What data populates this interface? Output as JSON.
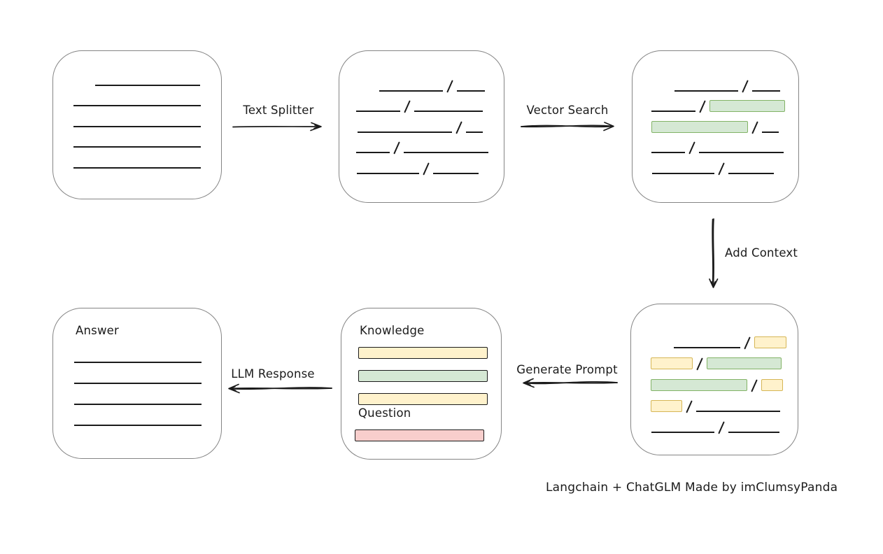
{
  "caption": "Langchain + ChatGLM Made by imClumsyPanda",
  "labels": {
    "text_splitter": "Text Splitter",
    "vector_search": "Vector Search",
    "add_context": "Add Context",
    "generate_prompt": "Generate Prompt",
    "llm_response": "LLM Response",
    "knowledge": "Knowledge",
    "question": "Question",
    "answer": "Answer"
  },
  "colors": {
    "green_fill": "#d5e8d4",
    "green_border": "#82b366",
    "yellow_fill": "#fff2cc",
    "yellow_border": "#d6b656",
    "red_fill": "#f8cecc",
    "red_border": "#b85450"
  },
  "boxes": {
    "document": {
      "rows": [
        {
          "indent": 31,
          "segments": [
            {
              "kind": "line",
              "w": 150
            }
          ]
        },
        {
          "indent": 0,
          "segments": [
            {
              "kind": "line",
              "w": 182
            }
          ]
        },
        {
          "indent": 0,
          "segments": [
            {
              "kind": "line",
              "w": 182
            }
          ]
        },
        {
          "indent": 0,
          "segments": [
            {
              "kind": "line",
              "w": 182
            }
          ]
        },
        {
          "indent": 0,
          "segments": [
            {
              "kind": "line",
              "w": 182
            }
          ]
        }
      ]
    },
    "split_chunks": {
      "rows": [
        {
          "indent": 33,
          "segments": [
            {
              "kind": "line",
              "w": 91
            },
            {
              "kind": "slash"
            },
            {
              "kind": "line",
              "w": 40
            }
          ]
        },
        {
          "indent": 0,
          "segments": [
            {
              "kind": "line",
              "w": 63
            },
            {
              "kind": "slash"
            },
            {
              "kind": "line",
              "w": 98
            }
          ]
        },
        {
          "indent": 2,
          "segments": [
            {
              "kind": "line",
              "w": 135
            },
            {
              "kind": "slash"
            },
            {
              "kind": "line",
              "w": 24
            }
          ]
        },
        {
          "indent": 0,
          "segments": [
            {
              "kind": "line",
              "w": 48
            },
            {
              "kind": "slash"
            },
            {
              "kind": "line",
              "w": 121
            }
          ]
        },
        {
          "indent": 1,
          "segments": [
            {
              "kind": "line",
              "w": 89
            },
            {
              "kind": "slash"
            },
            {
              "kind": "line",
              "w": 65
            }
          ]
        }
      ]
    },
    "matched_chunks": {
      "rows": [
        {
          "indent": 33,
          "segments": [
            {
              "kind": "line",
              "w": 91
            },
            {
              "kind": "slash"
            },
            {
              "kind": "line",
              "w": 40
            }
          ]
        },
        {
          "indent": 0,
          "segments": [
            {
              "kind": "line",
              "w": 63
            },
            {
              "kind": "slash"
            },
            {
              "kind": "chip",
              "color": "green",
              "w": 108
            }
          ]
        },
        {
          "indent": 0,
          "segments": [
            {
              "kind": "chip",
              "color": "green",
              "w": 138
            },
            {
              "kind": "slash"
            },
            {
              "kind": "line",
              "w": 24
            }
          ]
        },
        {
          "indent": 0,
          "segments": [
            {
              "kind": "line",
              "w": 48
            },
            {
              "kind": "slash"
            },
            {
              "kind": "line",
              "w": 121
            }
          ]
        },
        {
          "indent": 1,
          "segments": [
            {
              "kind": "line",
              "w": 89
            },
            {
              "kind": "slash"
            },
            {
              "kind": "line",
              "w": 65
            }
          ]
        }
      ]
    },
    "context_chunks": {
      "rows": [
        {
          "indent": 33,
          "segments": [
            {
              "kind": "line",
              "w": 95
            },
            {
              "kind": "slash"
            },
            {
              "kind": "chip",
              "color": "yellow",
              "w": 46
            }
          ]
        },
        {
          "indent": 0,
          "segments": [
            {
              "kind": "chip",
              "color": "yellow",
              "w": 60
            },
            {
              "kind": "slash"
            },
            {
              "kind": "chip",
              "color": "green",
              "w": 107
            }
          ]
        },
        {
          "indent": 0,
          "segments": [
            {
              "kind": "chip",
              "color": "green",
              "w": 138
            },
            {
              "kind": "slash"
            },
            {
              "kind": "chip",
              "color": "yellow",
              "w": 31
            }
          ]
        },
        {
          "indent": 0,
          "segments": [
            {
              "kind": "chip",
              "color": "yellow",
              "w": 45
            },
            {
              "kind": "slash"
            },
            {
              "kind": "line",
              "w": 120
            }
          ]
        },
        {
          "indent": 1,
          "segments": [
            {
              "kind": "line",
              "w": 90
            },
            {
              "kind": "slash"
            },
            {
              "kind": "line",
              "w": 73
            }
          ]
        }
      ]
    },
    "prompt": {
      "knowledge_bars": [
        {
          "color": "yellow"
        },
        {
          "color": "green"
        },
        {
          "color": "yellow"
        }
      ],
      "question_bars": [
        {
          "color": "red"
        }
      ]
    },
    "answer": {
      "rows": [
        {
          "indent": 0,
          "segments": [
            {
              "kind": "line",
              "w": 182
            }
          ]
        },
        {
          "indent": 0,
          "segments": [
            {
              "kind": "line",
              "w": 182
            }
          ]
        },
        {
          "indent": 0,
          "segments": [
            {
              "kind": "line",
              "w": 182
            }
          ]
        },
        {
          "indent": 0,
          "segments": [
            {
              "kind": "line",
              "w": 182
            }
          ]
        }
      ]
    }
  }
}
